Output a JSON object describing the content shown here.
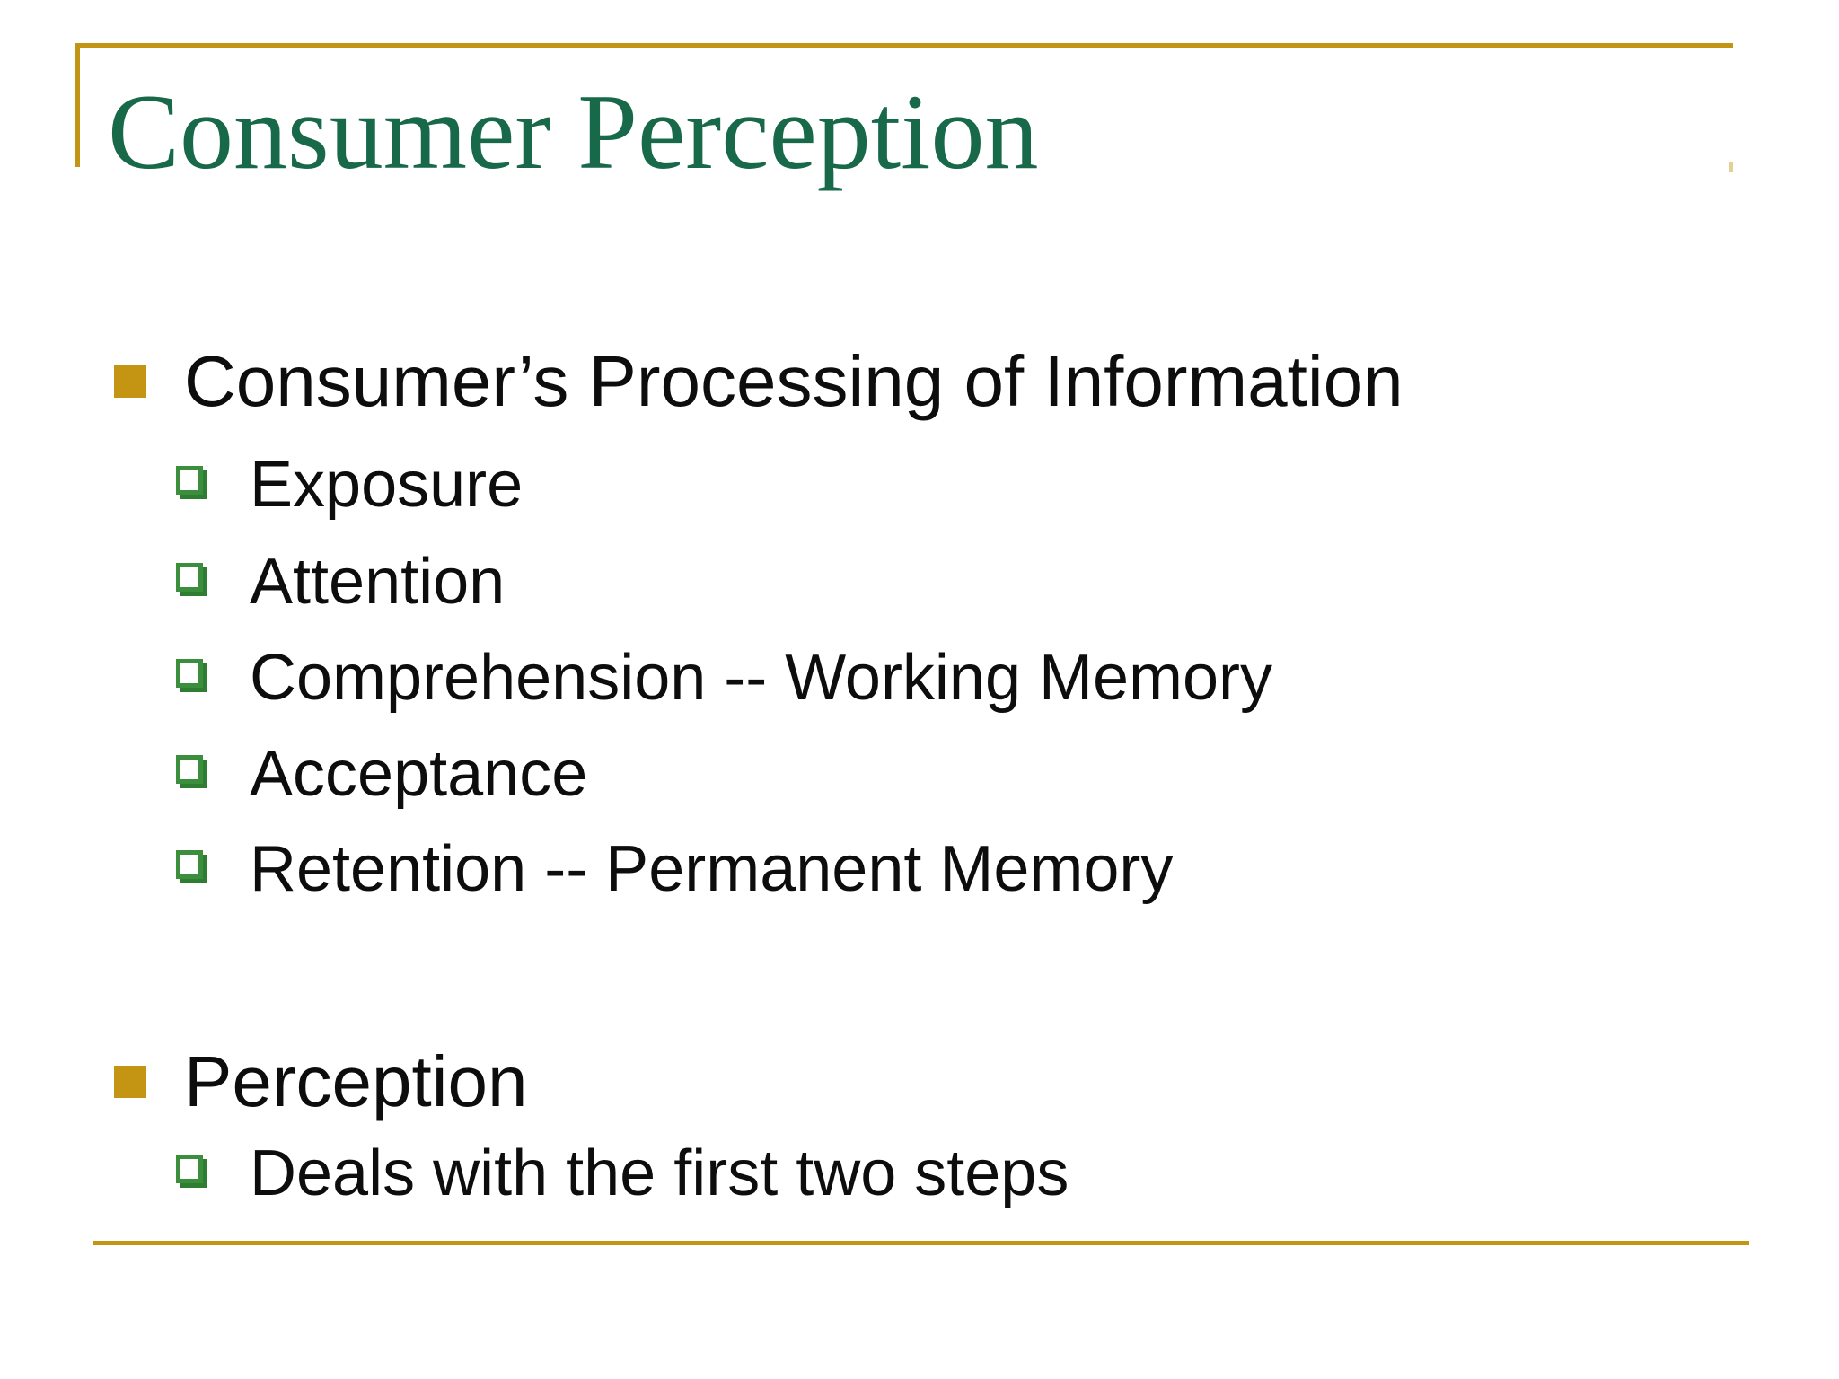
{
  "slide_title": "Consumer Perception",
  "content": {
    "section1": {
      "heading": "Consumer’s Processing of Information",
      "items": [
        "Exposure",
        "Attention",
        "Comprehension -- Working Memory",
        "Acceptance",
        "Retention -- Permanent Memory"
      ]
    },
    "section2": {
      "heading": "Perception",
      "items": [
        "Deals with the first two steps"
      ]
    }
  },
  "icons": {
    "level1_bullet": "filled-square-icon",
    "level2_bullet": "shadowed-hollow-square-icon"
  },
  "theme": {
    "background": "#FFFFFF",
    "frame_gold": "#C49512",
    "title_green": "#17694A",
    "bullet_green": "#3A8E3C",
    "bullet_green_shadow": "#2E7D32",
    "body_text": "#0D0D0D"
  }
}
